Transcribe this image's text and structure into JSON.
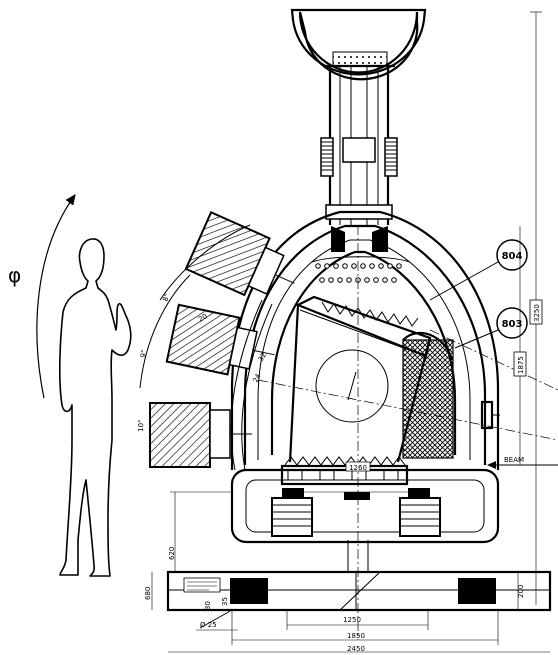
{
  "symbols": {
    "rotation_angle": "φ"
  },
  "callouts": {
    "a": "804",
    "b": "803"
  },
  "labels": {
    "beam": "BEAM",
    "bore": "Ø 25",
    "dim_center": "1260",
    "dim_center_lower": "1250",
    "dim_base": "1850",
    "dim_base_overall": "2450",
    "dim_height_total": "3250",
    "dim_height_upper": "1875",
    "dim_left_height": "620",
    "dim_base_height": "680",
    "dim_right_base": "200",
    "angle_1": "8°",
    "angle_2": "9°",
    "angle_3": "10°",
    "mark_32": "32",
    "mark_24": "24",
    "mark_20": "20",
    "mark_35": "35",
    "mark_30": "30"
  }
}
